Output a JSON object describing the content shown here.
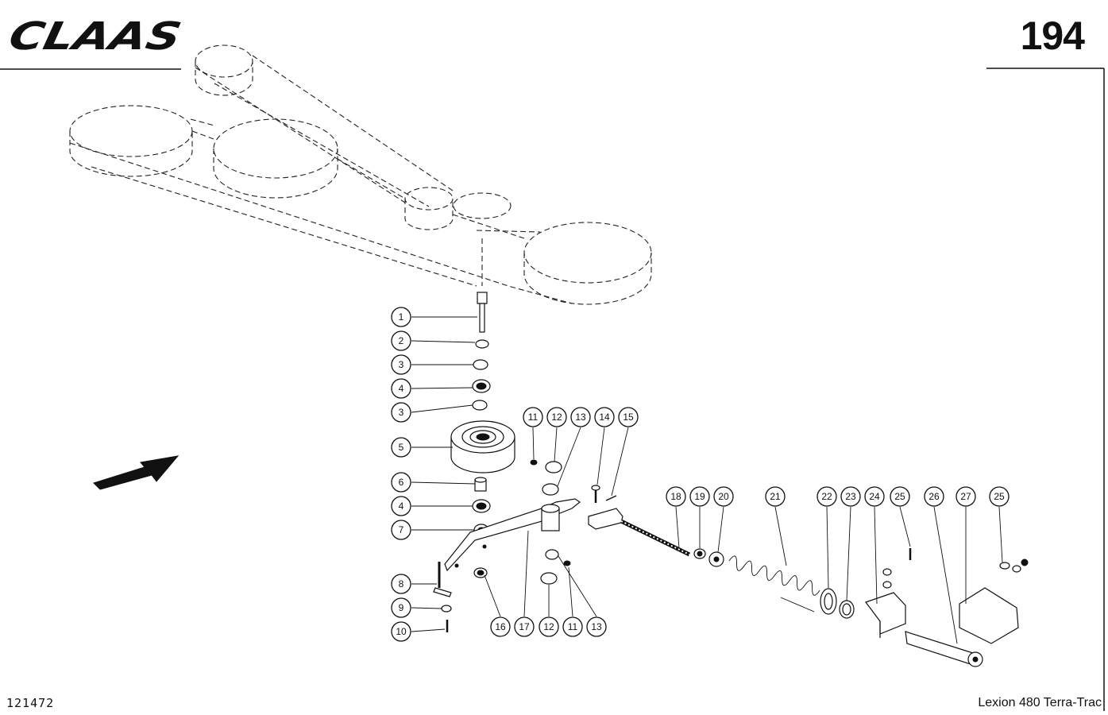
{
  "header": {
    "logo": "CLAAS",
    "page_number": "194"
  },
  "footer": {
    "drawing_id": "121472",
    "model": "Lexion 480 Terra-Trac"
  },
  "callouts": [
    {
      "id": "c1",
      "label": "1"
    },
    {
      "id": "c2",
      "label": "2"
    },
    {
      "id": "c3a",
      "label": "3"
    },
    {
      "id": "c4a",
      "label": "4"
    },
    {
      "id": "c3b",
      "label": "3"
    },
    {
      "id": "c5",
      "label": "5"
    },
    {
      "id": "c6",
      "label": "6"
    },
    {
      "id": "c4b",
      "label": "4"
    },
    {
      "id": "c7",
      "label": "7"
    },
    {
      "id": "c8",
      "label": "8"
    },
    {
      "id": "c9",
      "label": "9"
    },
    {
      "id": "c10",
      "label": "10"
    },
    {
      "id": "c11a",
      "label": "11"
    },
    {
      "id": "c12a",
      "label": "12"
    },
    {
      "id": "c13a",
      "label": "13"
    },
    {
      "id": "c14",
      "label": "14"
    },
    {
      "id": "c15",
      "label": "15"
    },
    {
      "id": "c16",
      "label": "16"
    },
    {
      "id": "c17",
      "label": "17"
    },
    {
      "id": "c12b",
      "label": "12"
    },
    {
      "id": "c11b",
      "label": "11"
    },
    {
      "id": "c13b",
      "label": "13"
    },
    {
      "id": "c18",
      "label": "18"
    },
    {
      "id": "c19",
      "label": "19"
    },
    {
      "id": "c20",
      "label": "20"
    },
    {
      "id": "c21",
      "label": "21"
    },
    {
      "id": "c22",
      "label": "22"
    },
    {
      "id": "c23",
      "label": "23"
    },
    {
      "id": "c24",
      "label": "24"
    },
    {
      "id": "c25a",
      "label": "25"
    },
    {
      "id": "c26",
      "label": "26"
    },
    {
      "id": "c27",
      "label": "27"
    },
    {
      "id": "c25b",
      "label": "25"
    }
  ]
}
